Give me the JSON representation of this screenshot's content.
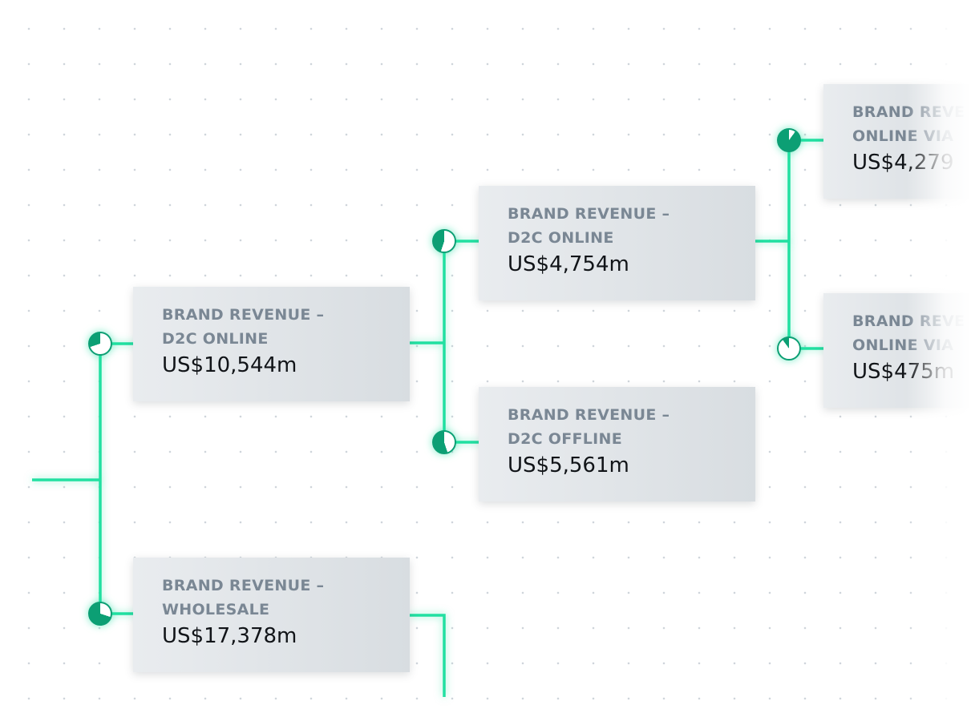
{
  "nodes": {
    "d2c_online_root": {
      "label": "BRAND REVENUE – D2C ONLINE",
      "value": "US$10,544m"
    },
    "wholesale": {
      "label": "BRAND REVENUE – WHOLESALE",
      "value": "US$17,378m"
    },
    "d2c_online_child": {
      "label": "BRAND REVENUE – D2C ONLINE",
      "value": "US$4,754m"
    },
    "d2c_offline": {
      "label": "BRAND REVENUE – D2C OFFLINE",
      "value": "US$5,561m"
    },
    "online_via_1": {
      "label": "BRAND REVE ONLINE VIA",
      "value": "US$4,279"
    },
    "online_via_2": {
      "label": "BRAND REVE ONLINE VIA",
      "value": "US$475m"
    }
  },
  "colors": {
    "accent": "#21e0a1",
    "accent_dark": "#0c9f74",
    "box_bg": "#e3e7ea",
    "label_text": "#7a8794",
    "value_text": "#111418"
  },
  "connector_fill_fraction": {
    "d2c_online_root": 0.3,
    "wholesale": 0.7,
    "d2c_online_child": 0.45,
    "d2c_offline": 0.55,
    "online_via_1": 0.9,
    "online_via_2": 0.1
  }
}
